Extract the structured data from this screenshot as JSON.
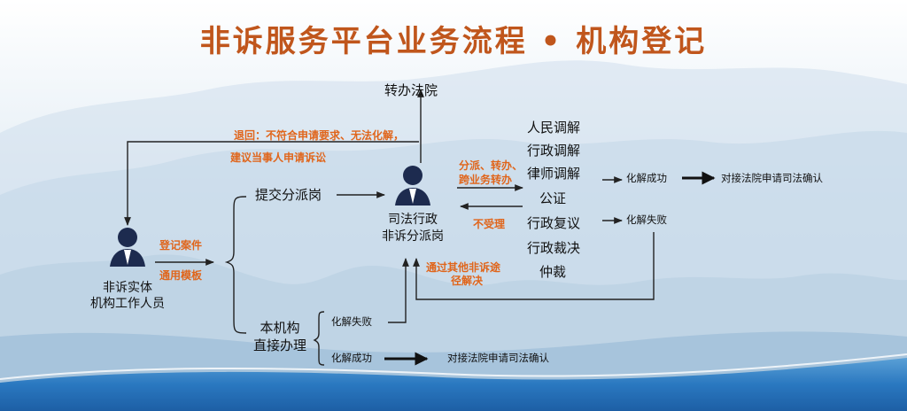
{
  "title": "非诉服务平台业务流程 • 机构登记",
  "nodes": {
    "transfer_court": "转办法院",
    "worker_line1": "非诉实体",
    "worker_line2": "机构工作人员",
    "submit_post": "提交分派岗",
    "direct_line1": "本机构",
    "direct_line2": "直接办理",
    "dispatch_line1": "司法行政",
    "dispatch_line2": "非诉分派岗"
  },
  "labels": {
    "return_line1": "退回：不符合申请要求、无法化解，",
    "return_line2": "建议当事人申请诉讼",
    "register_case": "登记案件",
    "general_template": "通用模板",
    "assign_line1": "分派、转办、",
    "assign_line2": "跨业务转办",
    "not_accepted": "不受理",
    "other_line1": "通过其他非诉途",
    "other_line2": "径解决"
  },
  "methods": [
    "人民调解",
    "行政调解",
    "律师调解",
    "公证",
    "行政复议",
    "行政裁决",
    "仲裁"
  ],
  "outcomes": {
    "success_right": "化解成功",
    "confirm_right": "对接法院申请司法确认",
    "fail_right": "化解失败",
    "fail_bottom": "化解失败",
    "success_bottom": "化解成功",
    "confirm_bottom": "对接法院申请司法确认"
  },
  "colors": {
    "title": "#c0561c",
    "accent_orange": "#e0651b",
    "avatar_navy": "#1d2b4f",
    "sky": "#dce9f3",
    "band_blue": "#2a78c0"
  },
  "icons": [
    "person-icon",
    "person-icon"
  ]
}
